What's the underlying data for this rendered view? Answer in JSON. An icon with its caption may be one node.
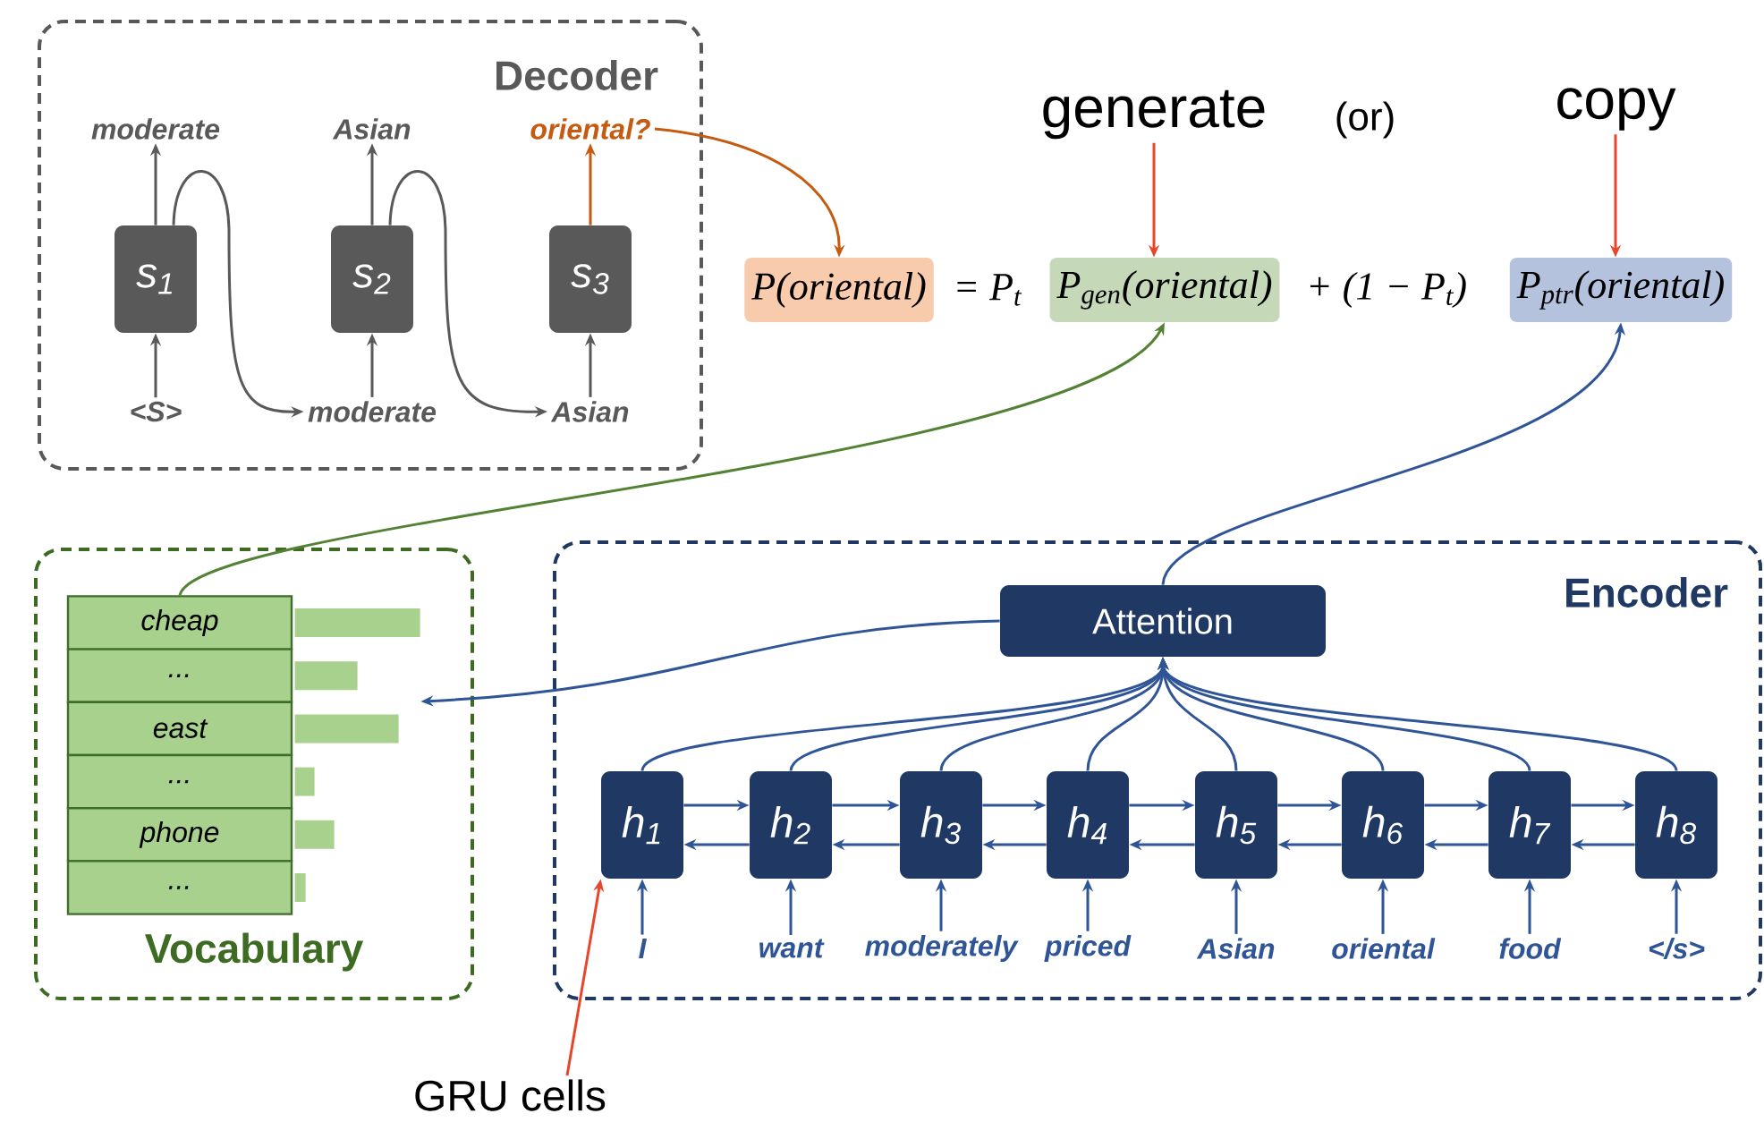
{
  "diagram": {
    "nodes": [
      {
        "text": [
          "Decoder"
        ]
      },
      {
        "text": [
          "s$_{1}$"
        ],
        "in": 0
      },
      {
        "text": [
          "s$_{2}$"
        ],
        "in": 0
      },
      {
        "text": [
          "s$_{3}$"
        ],
        "in": 0
      },
      {
        "text": [
          "moderate"
        ],
        "in": 0
      },
      {
        "text": [
          "Asian"
        ],
        "in": 0
      },
      {
        "text": [
          "oriental?"
        ],
        "in": 0
      },
      {
        "text": [
          "<S>"
        ],
        "in": 0
      },
      {
        "text": [
          "moderate"
        ],
        "in": 0
      },
      {
        "text": [
          "Asian"
        ],
        "in": 0
      },
      {
        "text": [
          "P(oriental)"
        ]
      },
      {
        "text": [
          "P$_{gen}$(oriental)"
        ]
      },
      {
        "text": [
          "P$_{ptr}$(oriental)"
        ]
      },
      {
        "text": [
          "generate"
        ]
      },
      {
        "text": [
          "copy"
        ]
      },
      {
        "text": [
          "Vocabulary"
        ]
      },
      {
        "text": [
          "cheap"
        ],
        "in": 15
      },
      {
        "text": [
          "..."
        ],
        "in": 15
      },
      {
        "text": [
          "east"
        ],
        "in": 15
      },
      {
        "text": [
          "..."
        ],
        "in": 15
      },
      {
        "text": [
          "phone"
        ],
        "in": 15
      },
      {
        "text": [
          "..."
        ],
        "in": 15
      },
      {
        "text": [
          "Encoder"
        ]
      },
      {
        "text": [
          "Attention"
        ],
        "in": 22
      },
      {
        "text": [
          "h$_{1}$"
        ],
        "in": 22
      },
      {
        "text": [
          "h$_{2}$"
        ],
        "in": 22
      },
      {
        "text": [
          "h$_{3}$"
        ],
        "in": 22
      },
      {
        "text": [
          "h$_{4}$"
        ],
        "in": 22
      },
      {
        "text": [
          "h$_{5}$"
        ],
        "in": 22
      },
      {
        "text": [
          "h$_{6}$"
        ],
        "in": 22
      },
      {
        "text": [
          "h$_{7}$"
        ],
        "in": 22
      },
      {
        "text": [
          "h$_{8}$"
        ],
        "in": 22
      },
      {
        "text": [
          "I"
        ],
        "in": 22
      },
      {
        "text": [
          "want"
        ],
        "in": 22
      },
      {
        "text": [
          "moderately"
        ],
        "in": 22
      },
      {
        "text": [
          "priced"
        ],
        "in": 22
      },
      {
        "text": [
          "Asian"
        ],
        "in": 22
      },
      {
        "text": [
          "oriental"
        ],
        "in": 22
      },
      {
        "text": [
          "food"
        ],
        "in": 22
      },
      {
        "text": [
          "</s>"
        ],
        "in": 22
      },
      {
        "text": [
          "GRU cells"
        ]
      },
      {
        "text": [],
        "shape": "bar",
        "in": 15
      }
    ],
    "edges": [
      {
        "from": 1,
        "to": 4,
        "arrow": "to",
        "color": "#595959"
      },
      {
        "from": 7,
        "to": 1,
        "arrow": "to",
        "color": "#595959"
      },
      {
        "from": 1,
        "to": 8,
        "arrow": "to",
        "color": "#595959"
      },
      {
        "from": 2,
        "to": 5,
        "arrow": "to",
        "color": "#595959"
      },
      {
        "from": 8,
        "to": 2,
        "arrow": "to",
        "color": "#595959"
      },
      {
        "from": 2,
        "to": 9,
        "arrow": "to",
        "color": "#595959"
      },
      {
        "from": 3,
        "to": 6,
        "arrow": "to",
        "color": "#c55a11"
      },
      {
        "from": 9,
        "to": 3,
        "arrow": "to",
        "color": "#595959"
      },
      {
        "from": 6,
        "to": 10,
        "arrow": "to",
        "color": "#c55a11"
      },
      {
        "from": 13,
        "to": 11,
        "arrow": "to",
        "color": "#e8462a"
      },
      {
        "from": 14,
        "to": 12,
        "arrow": "to",
        "color": "#e8462a"
      },
      {
        "from": 16,
        "to": 11,
        "arrow": "to",
        "color": "#548235"
      },
      {
        "from": 23,
        "to": 12,
        "arrow": "to"
      },
      {
        "from": 23,
        "to": 41,
        "arrow": "to"
      },
      {
        "from": 24,
        "to": 23,
        "arrow": "to"
      },
      {
        "from": 25,
        "to": 23,
        "arrow": "to"
      },
      {
        "from": 26,
        "to": 23,
        "arrow": "to"
      },
      {
        "from": 27,
        "to": 23,
        "arrow": "to"
      },
      {
        "from": 28,
        "to": 23,
        "arrow": "to"
      },
      {
        "from": 29,
        "to": 23,
        "arrow": "to"
      },
      {
        "from": 30,
        "to": 23,
        "arrow": "to"
      },
      {
        "from": 31,
        "to": 23,
        "arrow": "to"
      },
      {
        "from": 24,
        "to": 25,
        "arrow": "to"
      },
      {
        "from": 25,
        "to": 26,
        "arrow": "to"
      },
      {
        "from": 26,
        "to": 27,
        "arrow": "to"
      },
      {
        "from": 27,
        "to": 28,
        "arrow": "to"
      },
      {
        "from": 28,
        "to": 29,
        "arrow": "to"
      },
      {
        "from": 29,
        "to": 30,
        "arrow": "to"
      },
      {
        "from": 30,
        "to": 31,
        "arrow": "to"
      },
      {
        "from": 25,
        "to": 24,
        "arrow": "to"
      },
      {
        "from": 26,
        "to": 25,
        "arrow": "to"
      },
      {
        "from": 27,
        "to": 26,
        "arrow": "to"
      },
      {
        "from": 28,
        "to": 27,
        "arrow": "to"
      },
      {
        "from": 29,
        "to": 28,
        "arrow": "to"
      },
      {
        "from": 30,
        "to": 29,
        "arrow": "to"
      },
      {
        "from": 31,
        "to": 30,
        "arrow": "to"
      },
      {
        "from": 32,
        "to": 24,
        "arrow": "to"
      },
      {
        "from": 33,
        "to": 25,
        "arrow": "to"
      },
      {
        "from": 34,
        "to": 26,
        "arrow": "to"
      },
      {
        "from": 35,
        "to": 27,
        "arrow": "to"
      },
      {
        "from": 36,
        "to": 28,
        "arrow": "to"
      },
      {
        "from": 37,
        "to": 29,
        "arrow": "to"
      },
      {
        "from": 38,
        "to": 30,
        "arrow": "to"
      },
      {
        "from": 39,
        "to": 31,
        "arrow": "to"
      },
      {
        "from": 40,
        "to": 24,
        "arrow": "to",
        "color": "#e8462a"
      }
    ],
    "labels": [
      "(or)",
      "= P$_{t}$",
      "+ (1 − P$_{t}$)"
    ]
  }
}
